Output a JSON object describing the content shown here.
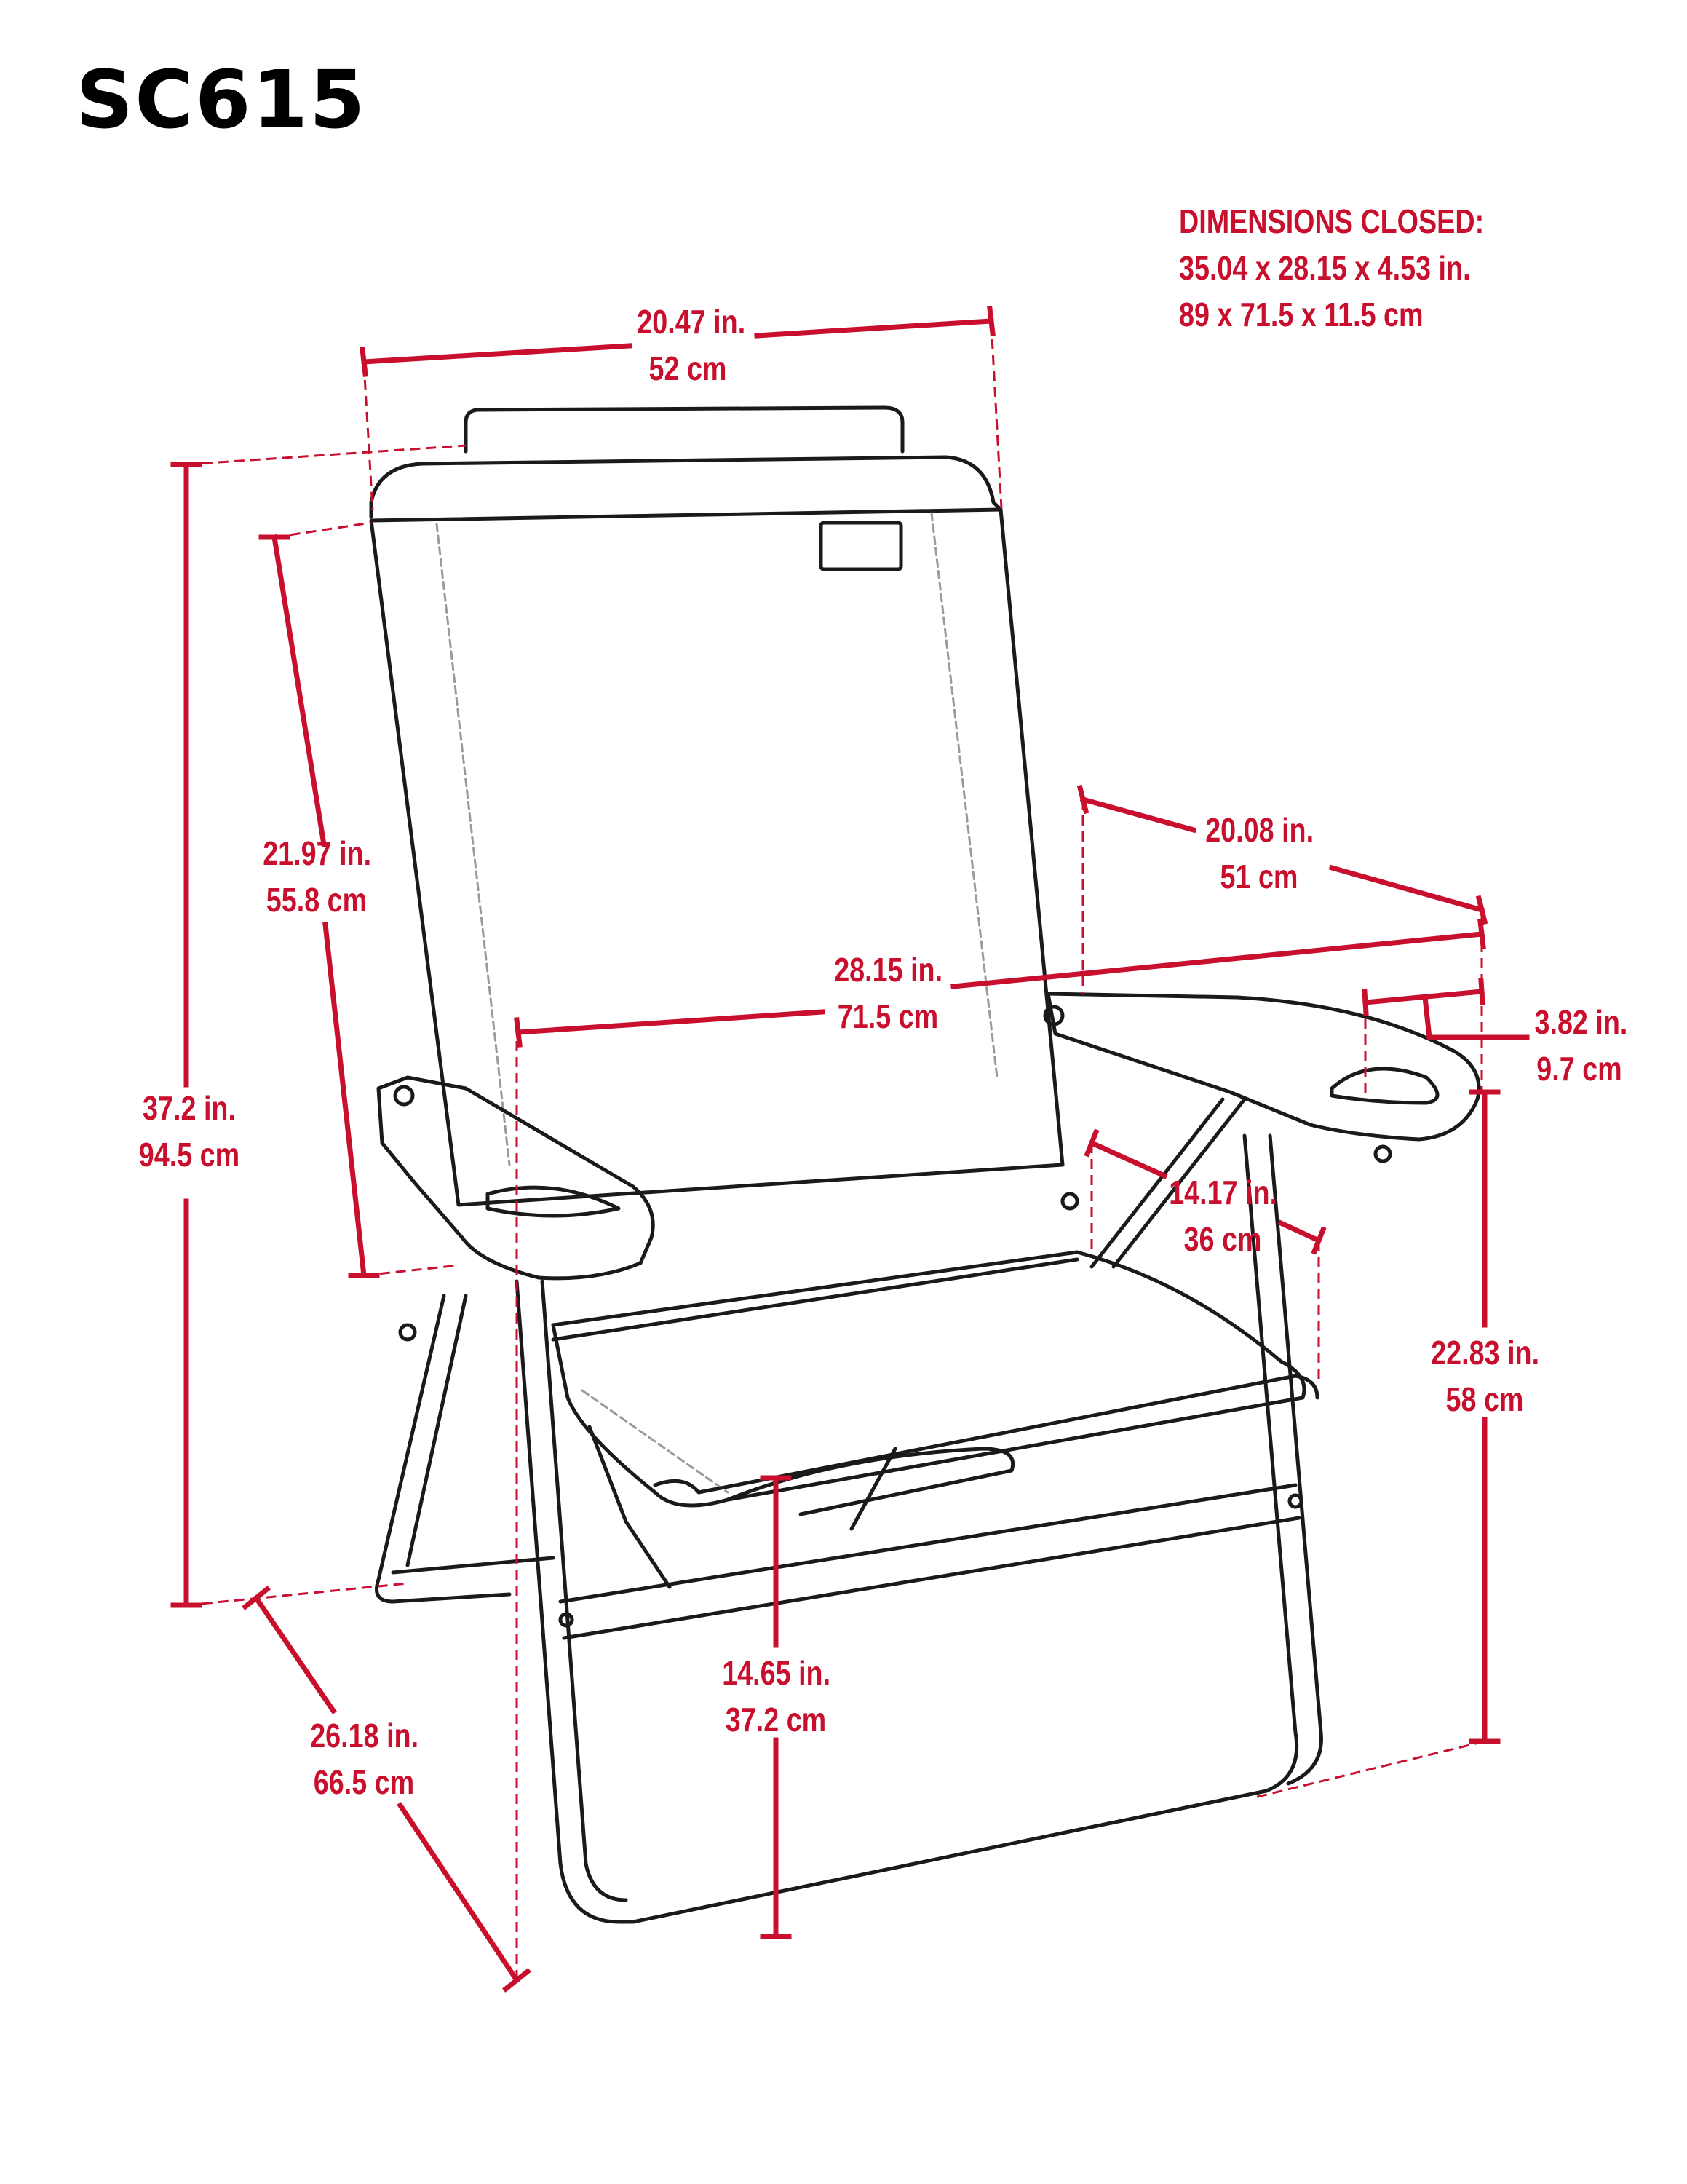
{
  "product": {
    "model": "SC615"
  },
  "colors": {
    "dimension": "#c8102e",
    "line_art": "#1a1a1a",
    "background": "#ffffff"
  },
  "closed_dimensions": {
    "heading": "DIMENSIONS CLOSED:",
    "imperial": "35.04  x  28.15  x  4.53 in.",
    "metric": "89  x  71.5  x  11.5 cm"
  },
  "dimensions": {
    "back_width": {
      "inches": "20.47 in.",
      "cm": "52 cm"
    },
    "back_height": {
      "inches": "21.97 in.",
      "cm": "55.8 cm"
    },
    "total_height": {
      "inches": "37.2 in.",
      "cm": "94.5 cm"
    },
    "arm_length": {
      "inches": "20.08 in.",
      "cm": "51 cm"
    },
    "total_width": {
      "inches": "28.15 in.",
      "cm": "71.5 cm"
    },
    "cupholder": {
      "inches": "3.82 in.",
      "cm": "9.7 cm"
    },
    "seat_depth": {
      "inches": "14.17 in.",
      "cm": "36 cm"
    },
    "arm_height": {
      "inches": "22.83 in.",
      "cm": "58 cm"
    },
    "seat_height": {
      "inches": "14.65 in.",
      "cm": "37.2 cm"
    },
    "depth": {
      "inches": "26.18 in.",
      "cm": "66.5 cm"
    }
  }
}
